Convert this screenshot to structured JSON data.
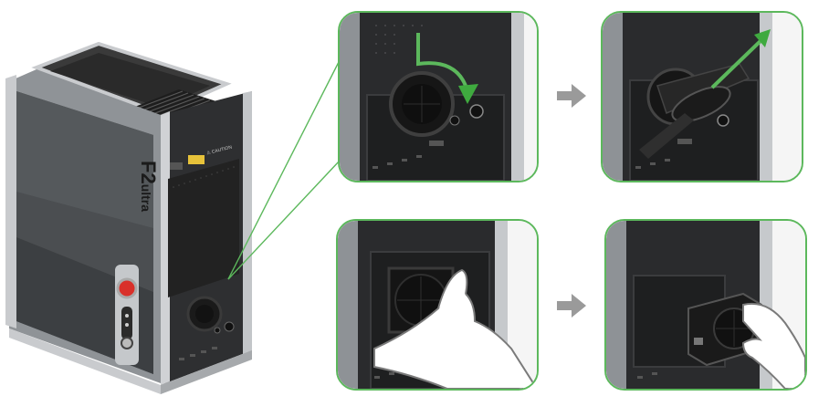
{
  "device": {
    "brand_large": "F2",
    "brand_small": "ultra",
    "warning_label": "⚠ CAUTION"
  },
  "colors": {
    "accent_green": "#5cb85c",
    "arrow_gray": "#9a9a9a",
    "body_dark": "#2b2b2b",
    "frame_silver": "#b7babd",
    "button_red": "#d9302a"
  },
  "icons": [
    "rotate-arrow-icon",
    "pull-out-arrow-icon",
    "next-step-arrow-icon"
  ]
}
